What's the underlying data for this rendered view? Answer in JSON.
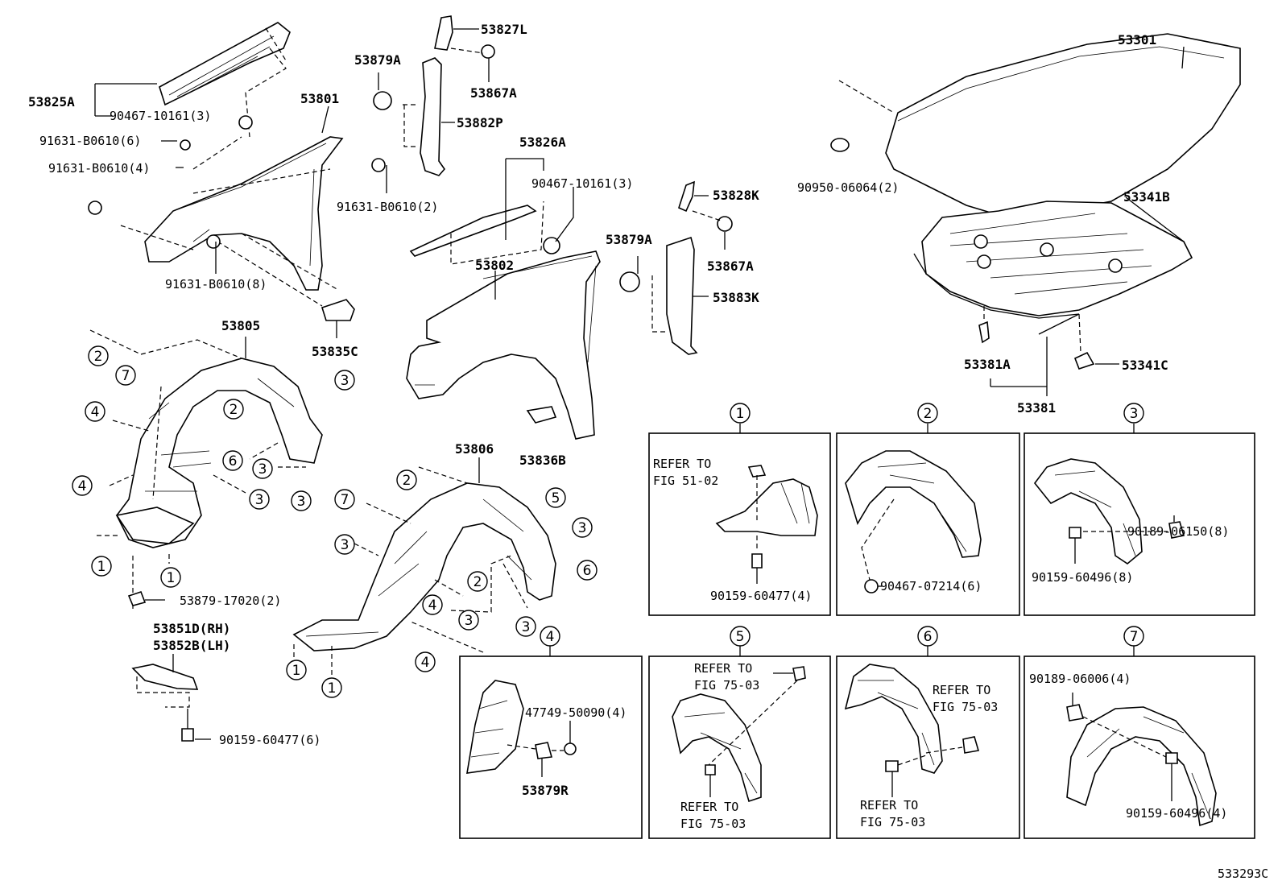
{
  "diagram_id": "533293C",
  "labels": {
    "p53825A": "53825A",
    "p53801": "53801",
    "p53879A_1": "53879A",
    "p53827L": "53827L",
    "p53867A_1": "53867A",
    "p53882P": "53882P",
    "p53826A": "53826A",
    "p53802": "53802",
    "p53828K": "53828K",
    "p53879A_2": "53879A",
    "p53867A_2": "53867A",
    "p53883K": "53883K",
    "p53301": "53301",
    "p53341B": "53341B",
    "p53381A": "53381A",
    "p53341C": "53341C",
    "p53381": "53381",
    "p53805": "53805",
    "p53806": "53806",
    "p53835C": "53835C",
    "p53836B": "53836B",
    "p53851D": "53851D(RH)",
    "p53852B": "53852B(LH)",
    "p53879R": "53879R",
    "b1": "90467-10161(3)",
    "b2": "91631-B0610(6)",
    "b3": "91631-B0610(4)",
    "b4": "91631-B0610(2)",
    "b5": "91631-B0610(8)",
    "b6": "90467-10161(3)",
    "b7": "90950-06064(2)",
    "b8": "53879-17020(2)",
    "b9": "90159-60477(6)",
    "b10": "90159-60477(4)",
    "b11": "90467-07214(6)",
    "b12": "90189-06150(8)",
    "b13": "90159-60496(8)",
    "b14": "47749-50090(4)",
    "b15": "90189-06006(4)",
    "b16": "90159-60496(4)",
    "refer_a": "REFER TO",
    "refer_a2": "FIG 51-02",
    "refer_b": "REFER TO",
    "refer_b2": "FIG 75-03",
    "refer_c": "REFER TO",
    "refer_c2": "FIG 75-03",
    "refer_d": "REFER TO",
    "refer_d2": "FIG 75-03",
    "refer_e": "REFER TO",
    "refer_e2": "FIG 75-03"
  },
  "circles": {
    "n1": "1",
    "n2": "2",
    "n3": "3",
    "n4": "4",
    "n5": "5",
    "n6": "6",
    "n7": "7"
  }
}
